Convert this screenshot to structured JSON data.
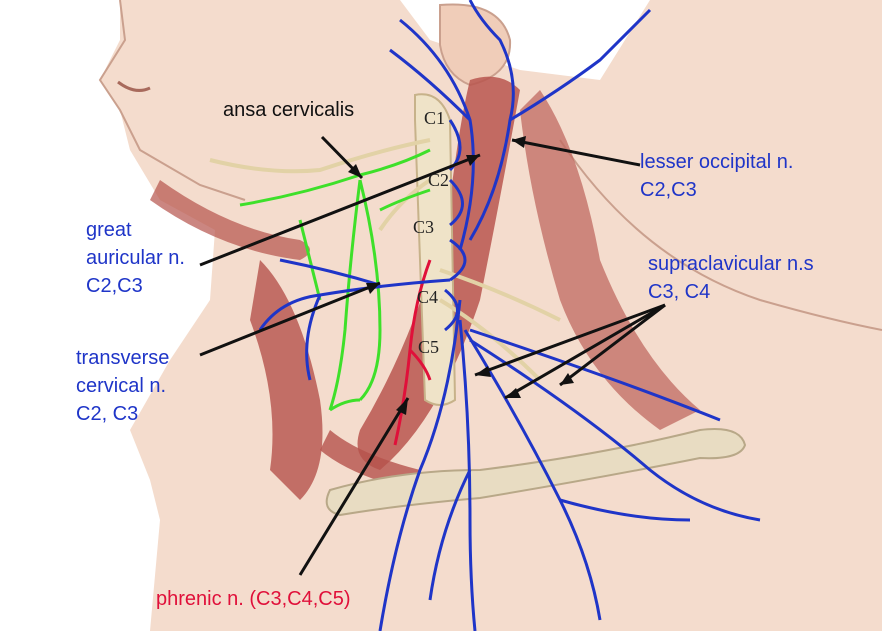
{
  "labels": {
    "ansa_cervicalis": "ansa cervicalis",
    "lesser_occipital": [
      "lesser occipital n.",
      "C2,C3"
    ],
    "great_auricular": [
      "great",
      "auricular n.",
      "C2,C3"
    ],
    "supraclavicular": [
      "supraclavicular n.s",
      "C3, C4"
    ],
    "transverse_cervical": [
      "transverse",
      "cervical n.",
      "C2, C3"
    ],
    "phrenic": "phrenic n. (C3,C4,C5)"
  },
  "vertebrae": [
    "C1",
    "C2",
    "C3",
    "C4",
    "C5"
  ],
  "colors": {
    "nerve_blue": "#1f35c8",
    "ansa_green": "#3ee02a",
    "phrenic_red": "#e0103a",
    "muscle": "#b8564f",
    "skin": "#f4dccd"
  }
}
